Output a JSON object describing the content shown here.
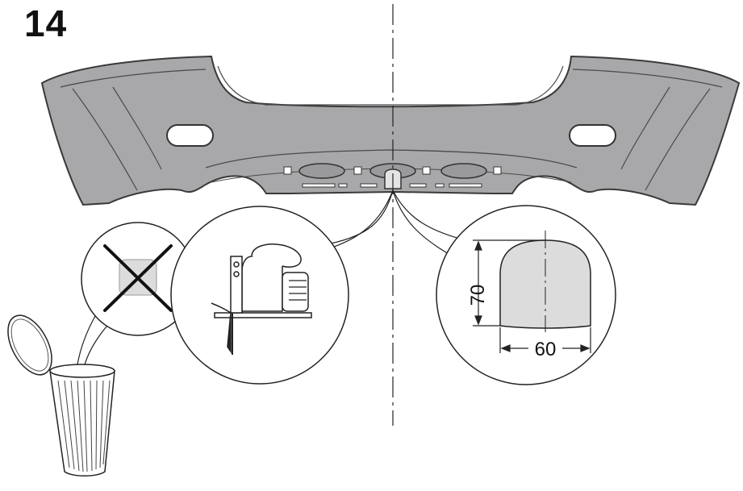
{
  "step": {
    "number": "14"
  },
  "dimensions": {
    "height_label": "70",
    "width_label": "60"
  },
  "icons": {
    "discard": "x-mark-icon",
    "bin": "trash-can-icon",
    "saw": "jigsaw-icon"
  },
  "colors": {
    "bumper_fill": "#a8a8aa",
    "bumper_stroke": "#3a3a3a",
    "cutout_fill": "#dcdcdc",
    "line": "#222222"
  }
}
